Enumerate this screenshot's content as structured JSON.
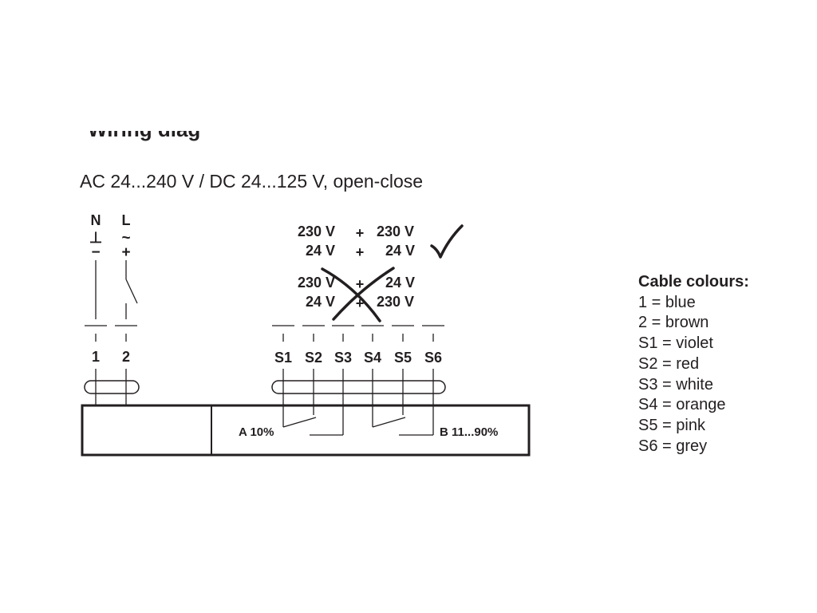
{
  "heading_fragment": "Wiring diagram",
  "subtitle": "AC 24...240 V / DC 24...125 V, open-close",
  "supply": {
    "n_label": "N",
    "l_label": "L",
    "n_symbol": "⊥",
    "l_symbol": "~",
    "n_polarity": "−",
    "l_polarity": "+",
    "terminal_1": "1",
    "terminal_2": "2"
  },
  "voltage_combos": {
    "allowed": {
      "row1_left": "230 V",
      "row1_mid": "+",
      "row1_right": "230 V",
      "row2_left": "24 V",
      "row2_mid": "+",
      "row2_right": "24 V"
    },
    "forbidden": {
      "row1_left": "230 V",
      "row1_mid": "+",
      "row1_right": "24 V",
      "row2_left": "24 V",
      "row2_mid": "+",
      "row2_right": "230 V"
    },
    "check_icon": "check-mark-icon",
    "cross_icon": "cross-mark-icon"
  },
  "aux_terminals": [
    "S1",
    "S2",
    "S3",
    "S4",
    "S5",
    "S6"
  ],
  "switch_labels": {
    "a": "A 10%",
    "b": "B 11...90%"
  },
  "cable_colours": {
    "title": "Cable colours:",
    "items": [
      "1 = blue",
      "2 = brown",
      "S1 = violet",
      "S2 = red",
      "S3 = white",
      "S4 = orange",
      "S5 = pink",
      "S6 = grey"
    ]
  }
}
